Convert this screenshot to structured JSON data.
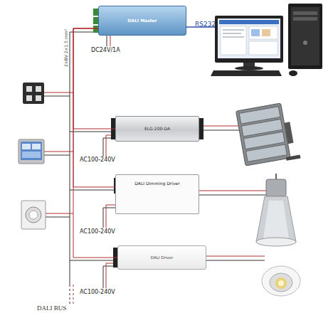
{
  "diagram": {
    "nodes": [
      {
        "text": [
          "DALI Master"
        ]
      },
      {
        "text": [
          "ELG-200-DA"
        ]
      },
      {
        "text": [
          "DALI Dimming Driver"
        ]
      },
      {
        "text": [
          "DALI Driver"
        ]
      }
    ],
    "edges": [
      {
        "from": 0,
        "to": 1,
        "arrow": "none"
      },
      {
        "from": 0,
        "to": 2,
        "arrow": "none"
      },
      {
        "from": 0,
        "to": 3,
        "arrow": "none"
      }
    ],
    "labels": [
      "RS232",
      "DC24V/1A",
      "2×BV 2×1.5 mm²",
      "AC100-240V",
      "AC100-240V",
      "AC100-240V",
      "DALI BUS"
    ]
  }
}
